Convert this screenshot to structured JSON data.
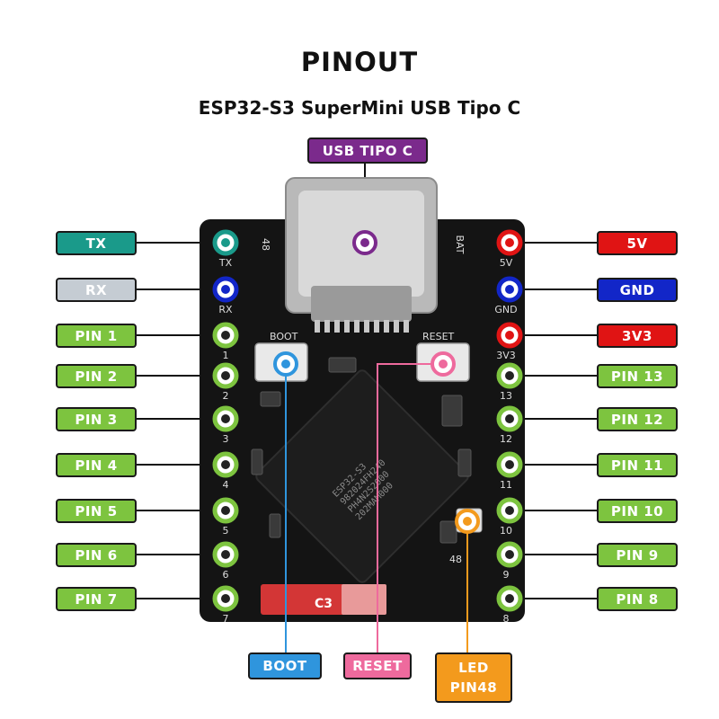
{
  "title": "PINOUT",
  "subtitle": "ESP32-S3 SuperMini  USB Tipo C",
  "colors": {
    "pin": "#7dc43f",
    "tx": "#1a9a8a",
    "rx": "#c5ccd3",
    "gnd": "#1226c8",
    "power": "#e01414",
    "usb": "#7b2a8c",
    "boot": "#2f95dd",
    "reset": "#ee6a9d",
    "led": "#f39a1d",
    "board": "#141414"
  },
  "usb": {
    "label": "USB TIPO C"
  },
  "left_labels": [
    {
      "text": "TX",
      "kind": "tx"
    },
    {
      "text": "RX",
      "kind": "rx"
    },
    {
      "text": "PIN 1",
      "kind": "pin"
    },
    {
      "text": "PIN 2",
      "kind": "pin"
    },
    {
      "text": "PIN 3",
      "kind": "pin"
    },
    {
      "text": "PIN 4",
      "kind": "pin"
    },
    {
      "text": "PIN 5",
      "kind": "pin"
    },
    {
      "text": "PIN 6",
      "kind": "pin"
    },
    {
      "text": "PIN 7",
      "kind": "pin"
    }
  ],
  "right_labels": [
    {
      "text": "5V",
      "kind": "power"
    },
    {
      "text": "GND",
      "kind": "gnd"
    },
    {
      "text": "3V3",
      "kind": "power"
    },
    {
      "text": "PIN 13",
      "kind": "pin"
    },
    {
      "text": "PIN 12",
      "kind": "pin"
    },
    {
      "text": "PIN 11",
      "kind": "pin"
    },
    {
      "text": "PIN 10",
      "kind": "pin"
    },
    {
      "text": "PIN 9",
      "kind": "pin"
    },
    {
      "text": "PIN 8",
      "kind": "pin"
    }
  ],
  "bottom_labels": [
    {
      "text": "BOOT",
      "kind": "boot"
    },
    {
      "text": "RESET",
      "kind": "reset"
    },
    {
      "text": "LED PIN48",
      "kind": "led"
    }
  ],
  "silk": {
    "left": [
      "TX",
      "RX",
      "1",
      "2",
      "3",
      "4",
      "5",
      "6",
      "7"
    ],
    "right": [
      "5V",
      "GND",
      "3V3",
      "13",
      "12",
      "11",
      "10",
      "9",
      "8"
    ],
    "left_top": "48",
    "right_top": "BAT",
    "boot_text": "BOOT",
    "reset_text": "RESET",
    "chip_text": [
      "ESP32-S3",
      "982024FH240",
      "PH4N2S2000",
      "202MAM000"
    ],
    "antenna_text": "C3",
    "led_pin_text": "48"
  }
}
